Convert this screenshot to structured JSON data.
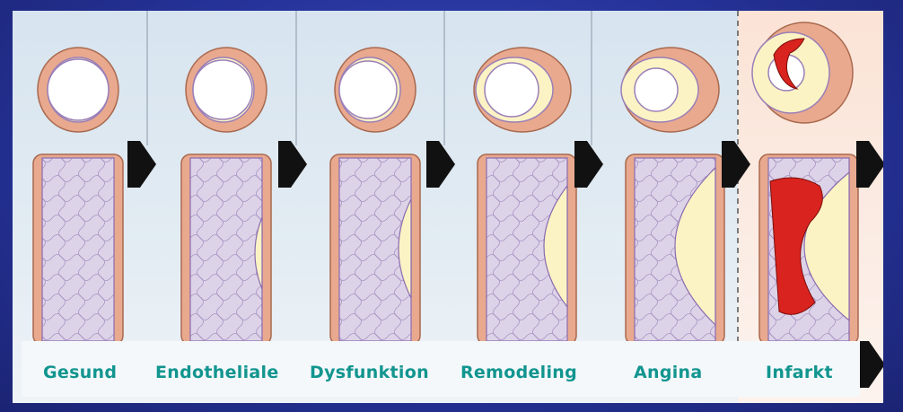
{
  "stages": [
    {
      "key": "gesund",
      "label": "Gesund"
    },
    {
      "key": "endothelial",
      "label": "Endotheliale"
    },
    {
      "key": "dysfunktion",
      "label": "Dysfunktion"
    },
    {
      "key": "remodeling",
      "label": "Remodeling"
    },
    {
      "key": "angina",
      "label": "Angina"
    },
    {
      "key": "infarkt",
      "label": "Infarkt"
    }
  ],
  "colors": {
    "label_text": "#12958f",
    "vessel_wall": "#e8a98f",
    "vessel_lumen": "#ddd3e8",
    "plaque": "#fbf3c4",
    "thrombus": "#d9231e",
    "arrow": "#111111"
  },
  "icons": {
    "arrow": "right-arrow-icon"
  }
}
